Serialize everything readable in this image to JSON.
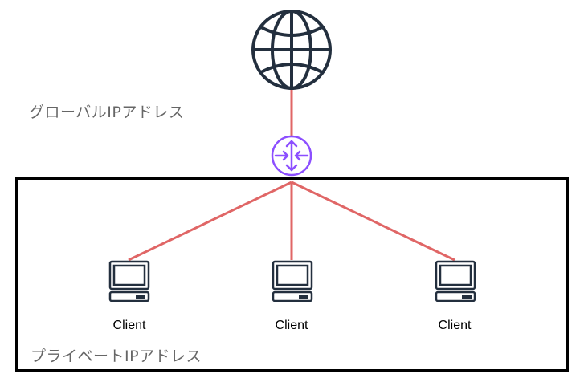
{
  "diagram": {
    "internet": {
      "icon": "globe-icon",
      "label": ""
    },
    "router": {
      "icon": "router-icon"
    },
    "labels": {
      "global_ip": "グローバルIPアドレス",
      "private_ip": "プライベートIPアドレス"
    },
    "clients": [
      {
        "label": "Client",
        "icon": "desktop-computer-icon"
      },
      {
        "label": "Client",
        "icon": "desktop-computer-icon"
      },
      {
        "label": "Client",
        "icon": "desktop-computer-icon"
      }
    ],
    "edges": [
      {
        "from": "internet",
        "to": "router"
      },
      {
        "from": "router",
        "to": "client-1"
      },
      {
        "from": "router",
        "to": "client-2"
      },
      {
        "from": "router",
        "to": "client-3"
      }
    ],
    "colors": {
      "link": "#e06666",
      "router": "#8c4fff",
      "icon": "#232f3e",
      "boundary": "#000000",
      "label_text": "#666666"
    }
  }
}
